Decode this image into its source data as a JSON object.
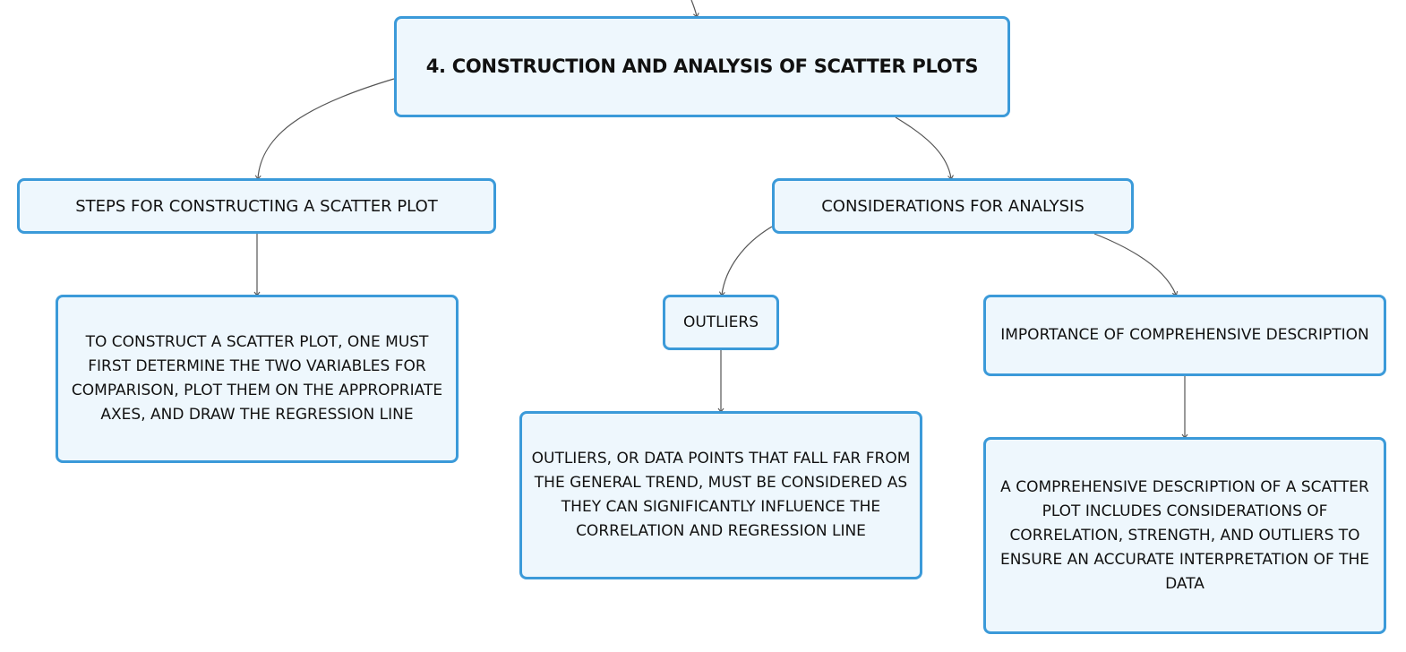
{
  "diagram": {
    "root": {
      "label": "4. CONSTRUCTION AND ANALYSIS OF SCATTER PLOTS"
    },
    "steps": {
      "label": "STEPS FOR CONSTRUCTING A SCATTER PLOT",
      "detail": "TO CONSTRUCT A SCATTER PLOT, ONE MUST FIRST DETERMINE THE TWO VARIABLES FOR COMPARISON, PLOT THEM ON THE APPROPRIATE AXES, AND DRAW THE REGRESSION LINE"
    },
    "considerations": {
      "label": "CONSIDERATIONS FOR ANALYSIS",
      "outliers": {
        "label": "OUTLIERS",
        "detail": "OUTLIERS, OR DATA POINTS THAT FALL FAR FROM THE GENERAL TREND, MUST BE CONSIDERED AS THEY CAN SIGNIFICANTLY INFLUENCE THE CORRELATION AND REGRESSION LINE"
      },
      "importance": {
        "label": "IMPORTANCE OF COMPREHENSIVE DESCRIPTION",
        "detail": "A COMPREHENSIVE DESCRIPTION OF A SCATTER PLOT INCLUDES CONSIDERATIONS OF CORRELATION, STRENGTH, AND OUTLIERS TO ENSURE AN ACCURATE INTERPRETATION OF THE DATA"
      }
    },
    "colors": {
      "node_fill": "#eef7fd",
      "node_border": "#3b9ad9",
      "connector": "#555555",
      "text": "#111111"
    }
  }
}
